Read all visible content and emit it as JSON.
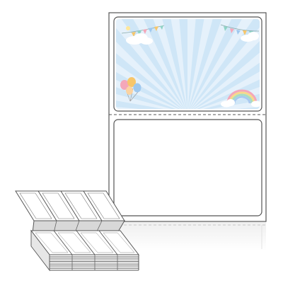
{
  "product": {
    "type": "fanfold-label-stock",
    "labels_per_strip_visible": 2,
    "columns_in_stack": 4,
    "printed_label": {
      "theme": "baby-celebration",
      "background_color": "#cfe6f7",
      "ray_color": "#ffffff",
      "elements": [
        "bunting-left-icon",
        "bunting-right-icon",
        "cloud-icon",
        "balloons-icon",
        "rainbow-icon"
      ]
    },
    "blank_label": {
      "fill_color": "#ffffff"
    },
    "outline_color": "#555555",
    "perforation_color": "#555555"
  }
}
